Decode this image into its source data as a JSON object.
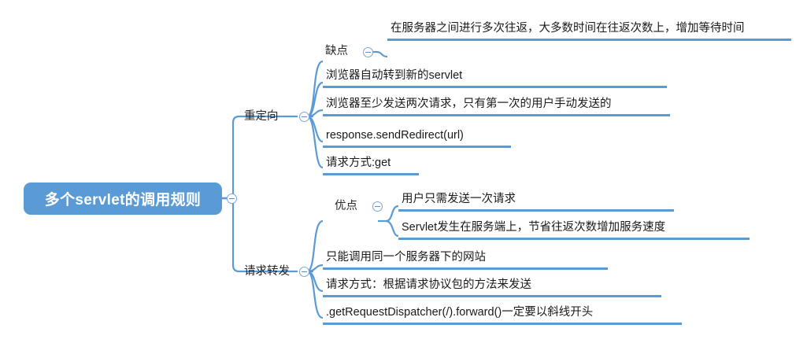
{
  "diagram": {
    "type": "mind-map",
    "title": "多个servlet的调用规则",
    "colors": {
      "node_fill": "#5b9bd5",
      "node_text": "#ffffff",
      "connector": "#5b9bd5",
      "underline": "#5b9bd5",
      "body_text": "#1a1a1a",
      "background": "#ffffff"
    },
    "root": {
      "label": "多个servlet的调用规则",
      "toggle": "collapse-minus"
    },
    "branches": [
      {
        "id": "redirect",
        "label": "重定向",
        "toggle": "collapse-minus",
        "children": [
          {
            "id": "redirect-cons",
            "label": "缺点",
            "toggle": "collapse-minus",
            "children": [
              {
                "id": "redirect-cons-1",
                "label": "在服务器之间进行多次往返，大多数时间在往返次数上，增加等待时间"
              }
            ]
          },
          {
            "id": "redirect-1",
            "label": "浏览器自动转到新的servlet"
          },
          {
            "id": "redirect-2",
            "label": "浏览器至少发送两次请求，只有第一次的用户手动发送的"
          },
          {
            "id": "redirect-3",
            "label": "response.sendRedirect(url)"
          },
          {
            "id": "redirect-4",
            "label": "请求方式:get"
          }
        ]
      },
      {
        "id": "forward",
        "label": "请求转发",
        "toggle": "collapse-minus",
        "children": [
          {
            "id": "forward-pros",
            "label": "优点",
            "toggle": "collapse-minus",
            "children": [
              {
                "id": "forward-pros-1",
                "label": "用户只需发送一次请求"
              },
              {
                "id": "forward-pros-2",
                "label": "Servlet发生在服务端上，节省往返次数增加服务速度"
              }
            ]
          },
          {
            "id": "forward-1",
            "label": "只能调用同一个服务器下的网站"
          },
          {
            "id": "forward-2",
            "label": "请求方式：根据请求协议包的方法来发送"
          },
          {
            "id": "forward-3",
            "label": ".getRequestDispatcher(/).forward()一定要以斜线开头"
          }
        ]
      }
    ]
  }
}
